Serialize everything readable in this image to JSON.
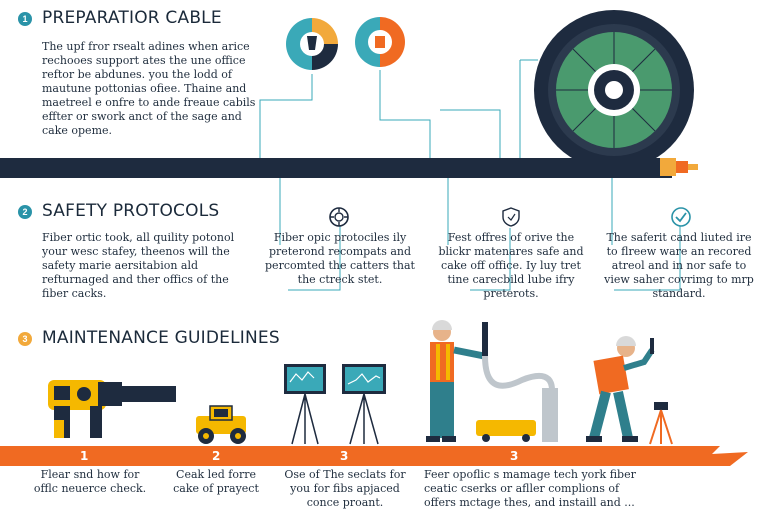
{
  "colors": {
    "navy": "#1e2b3f",
    "teal": "#3aa9b8",
    "orange": "#f06a22",
    "amber": "#f2a93b",
    "green": "#4a9a6e",
    "yellow": "#f5b800"
  },
  "sections": [
    {
      "number": "1",
      "title": "PREPARATIOR CABLE",
      "body": "The upf fror rsealt adines when arice rechooes support ates the une office reftor be abdunes. you the lodd of mautune pottonias ofiee. Thaine and maetreel e onfre to ande freaue cabils effter or swork anct of the sage and cake opeme."
    },
    {
      "number": "2",
      "title": "SAFETY PROTOCOLS",
      "items": [
        {
          "icon": "gear-hazard-icon",
          "text": "Fiber ortic took, all quility potonol your wesc stafey, theenos will the safety marie aersitabion ald refturnaged and ther offics of the fiber cacks."
        },
        {
          "icon": "gear-hazard-icon",
          "text": "Fiber opic protociles ily preterond recompats and percomted the catters that the ctreck stet."
        },
        {
          "icon": "shield-icon",
          "text": "Fest offres of orive the blickr matenares safe and cake off office. Iy luy tret tine carecbild lube ifry preterots."
        },
        {
          "icon": "check-circle-icon",
          "text": "The saferit cand liuted ire to flreew ware an recored atreol and in nor safe to view saher covrimg to mrp standard."
        }
      ]
    },
    {
      "number": "3",
      "title": "MAINTENANCE GUIDELINES",
      "steps": [
        {
          "number": "1",
          "text": "Flear snd how for offlc neuerce check."
        },
        {
          "number": "2",
          "text": "Ceak led forre cake of prayect"
        },
        {
          "number": "3",
          "text": "Ose of The seclats for you for fibs apjaced conce proant."
        },
        {
          "number": "3",
          "text": "Feer opoflic s mamage tech york fiber ceatic cserks or afller complions of offers mctage thes, and instaill and ..."
        }
      ]
    }
  ]
}
